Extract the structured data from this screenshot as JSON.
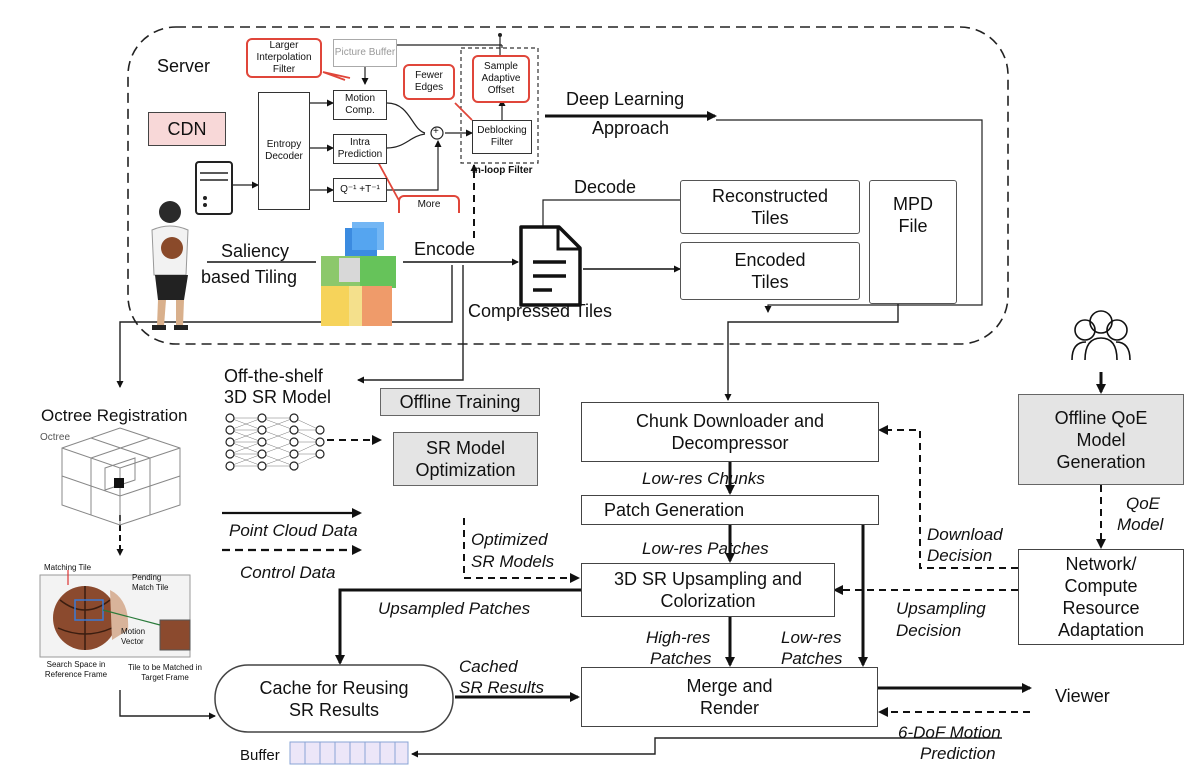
{
  "server": {
    "title": "Server",
    "cdn": "CDN",
    "codec": {
      "larger_interp": "Larger Interpolation Filter",
      "picture_buffer": "Picture Buffer",
      "motion_comp": "Motion Comp.",
      "entropy_decoder": "Entropy Decoder",
      "intra_prediction": "Intra Prediction",
      "q_t": "Q⁻¹ +T⁻¹",
      "more": "More",
      "fewer_edges": "Fewer Edges",
      "sao": "Sample Adaptive Offset",
      "deblocking": "Deblocking Filter",
      "inloop": "In-loop Filter",
      "sum": "+"
    },
    "deep_learning": "Deep Learning",
    "approach": "Approach",
    "decode": "Decode",
    "encode": "Encode",
    "saliency": "Saliency",
    "based_tiling": "based Tiling",
    "compressed_tiles": "Compressed Tiles",
    "reconstructed_tiles": "Reconstructed Tiles",
    "encoded_tiles": "Encoded Tiles",
    "mpd_file": "MPD File"
  },
  "left": {
    "octree_registration": "Octree Registration",
    "octree": "Octree",
    "matching_tile": "Matching Tile",
    "pending_match_tile": "Pending Match Tile",
    "motion_vector": "Motion Vector",
    "search_space": "Search Space in Reference Frame",
    "tile_to_be_matched": "Tile to be Matched in Target Frame",
    "buffer": "Buffer"
  },
  "middle": {
    "ots_model_line1": "Off-the-shelf",
    "ots_model_line2": "3D SR Model",
    "offline_training": "Offline Training",
    "sr_model_opt": "SR Model Optimization",
    "point_cloud_data": "Point Cloud Data",
    "control_data": "Control Data",
    "optimized": "Optimized",
    "sr_models": "SR Models",
    "upsampled_patches": "Upsampled Patches",
    "cache": "Cache for Reusing SR Results",
    "cached": "Cached",
    "sr_results": "SR Results"
  },
  "pipeline": {
    "chunk_downloader": "Chunk Downloader and Decompressor",
    "low_res_chunks": "Low-res Chunks",
    "patch_generation": "Patch Generation",
    "low_res_patches": "Low-res Patches",
    "sr_upsampling": "3D SR Upsampling and Colorization",
    "high_res": "High-res",
    "patches_a": "Patches",
    "low_res": "Low-res",
    "patches_b": "Patches",
    "merge_render": "Merge and Render",
    "viewer": "Viewer"
  },
  "right": {
    "offline_qoe": "Offline QoE Model Generation",
    "qoe": "QoE",
    "model": "Model",
    "download": "Download",
    "decision_a": "Decision",
    "upsampling": "Upsampling",
    "decision_b": "Decision",
    "network": "Network/ Compute Resource Adaptation",
    "motion_pred_1": "6-DoF Motion",
    "motion_pred_2": "Prediction"
  }
}
